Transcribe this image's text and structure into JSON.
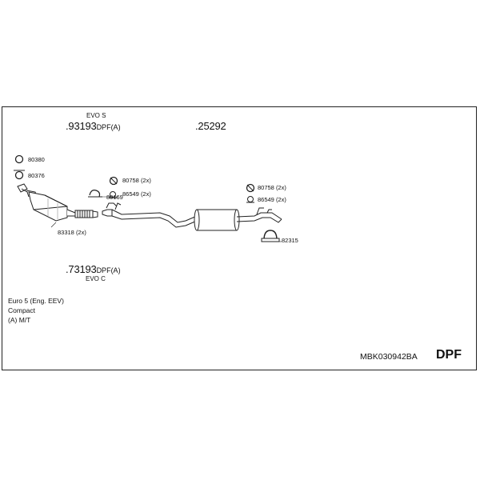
{
  "diagram": {
    "colors": {
      "line": "#222222",
      "pipe_fill": "#ffffff",
      "shading": "#bfbfbf"
    },
    "variant_top": {
      "label": "EVO S",
      "number": ".93193",
      "suffix": "DPF(A)"
    },
    "variant_bottom": {
      "label": "EVO C",
      "number": ".73193",
      "suffix": "DPF(A)"
    },
    "main_number": ".25292",
    "parts": {
      "p80380": "80380",
      "p80376": "80376",
      "p83318": "83318 (2x)",
      "p80758_left": "80758 (2x)",
      "p80169": "80169",
      "p86549_left": "86549 (2x)",
      "p80758_right": "80758 (2x)",
      "p86549_right": "86549 (2x)",
      "p82315": "82315"
    },
    "specs": [
      "Euro 5 (Eng. EEV)",
      "Compact",
      "(A) M/T"
    ],
    "kit_code": "MBK030942BA",
    "kit_type": "DPF"
  }
}
